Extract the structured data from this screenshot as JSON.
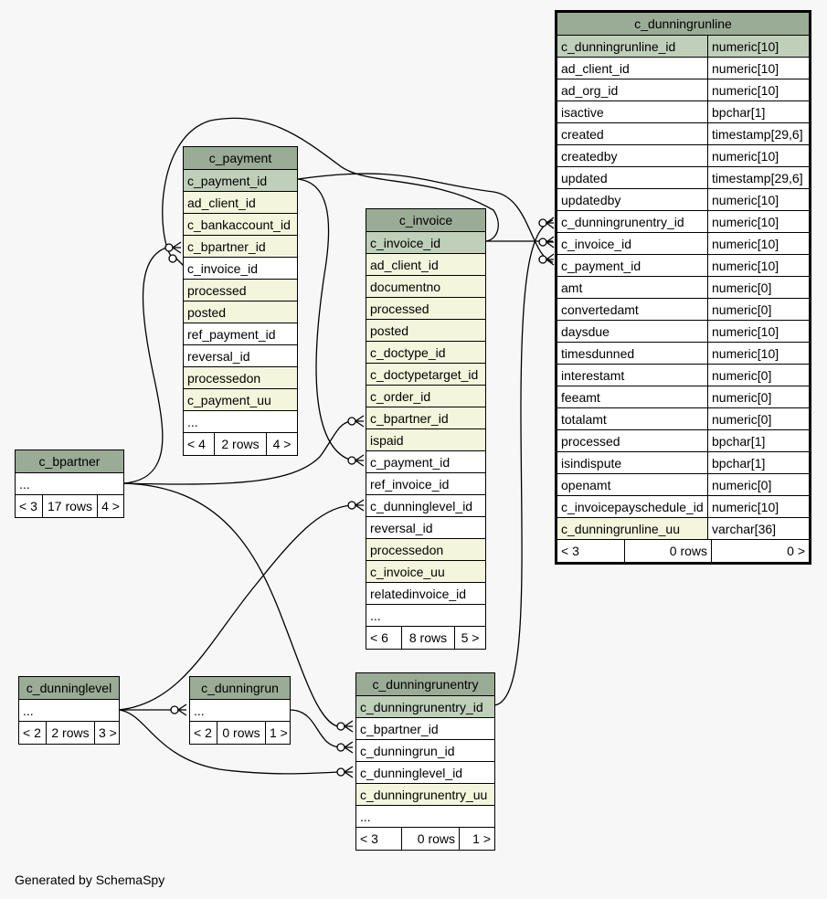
{
  "tables": {
    "c_dunningrunline": {
      "name": "c_dunningrunline",
      "columns": [
        {
          "name": "c_dunningrunline_id",
          "type": "numeric[10]"
        },
        {
          "name": "ad_client_id",
          "type": "numeric[10]"
        },
        {
          "name": "ad_org_id",
          "type": "numeric[10]"
        },
        {
          "name": "isactive",
          "type": "bpchar[1]"
        },
        {
          "name": "created",
          "type": "timestamp[29,6]"
        },
        {
          "name": "createdby",
          "type": "numeric[10]"
        },
        {
          "name": "updated",
          "type": "timestamp[29,6]"
        },
        {
          "name": "updatedby",
          "type": "numeric[10]"
        },
        {
          "name": "c_dunningrunentry_id",
          "type": "numeric[10]"
        },
        {
          "name": "c_invoice_id",
          "type": "numeric[10]"
        },
        {
          "name": "c_payment_id",
          "type": "numeric[10]"
        },
        {
          "name": "amt",
          "type": "numeric[0]"
        },
        {
          "name": "convertedamt",
          "type": "numeric[0]"
        },
        {
          "name": "daysdue",
          "type": "numeric[10]"
        },
        {
          "name": "timesdunned",
          "type": "numeric[10]"
        },
        {
          "name": "interestamt",
          "type": "numeric[0]"
        },
        {
          "name": "feeamt",
          "type": "numeric[0]"
        },
        {
          "name": "totalamt",
          "type": "numeric[0]"
        },
        {
          "name": "processed",
          "type": "bpchar[1]"
        },
        {
          "name": "isindispute",
          "type": "bpchar[1]"
        },
        {
          "name": "openamt",
          "type": "numeric[0]"
        },
        {
          "name": "c_invoicepayschedule_id",
          "type": "numeric[10]"
        },
        {
          "name": "c_dunningrunline_uu",
          "type": "varchar[36]"
        }
      ],
      "footer": {
        "left": "< 3",
        "mid": "0 rows",
        "right": "0 >"
      }
    },
    "c_payment": {
      "name": "c_payment",
      "columns": [
        "c_payment_id",
        "ad_client_id",
        "c_bankaccount_id",
        "c_bpartner_id",
        "c_invoice_id",
        "processed",
        "posted",
        "ref_payment_id",
        "reversal_id",
        "processedon",
        "c_payment_uu",
        "..."
      ],
      "footer": {
        "left": "< 4",
        "mid": "2 rows",
        "right": "4 >"
      }
    },
    "c_invoice": {
      "name": "c_invoice",
      "columns": [
        "c_invoice_id",
        "ad_client_id",
        "documentno",
        "processed",
        "posted",
        "c_doctype_id",
        "c_doctypetarget_id",
        "c_order_id",
        "c_bpartner_id",
        "ispaid",
        "c_payment_id",
        "ref_invoice_id",
        "c_dunninglevel_id",
        "reversal_id",
        "processedon",
        "c_invoice_uu",
        "relatedinvoice_id",
        "..."
      ],
      "footer": {
        "left": "< 6",
        "mid": "8 rows",
        "right": "5 >"
      }
    },
    "c_bpartner": {
      "name": "c_bpartner",
      "columns": [
        "..."
      ],
      "footer": {
        "left": "< 3",
        "mid": "17 rows",
        "right": "4 >"
      }
    },
    "c_dunninglevel": {
      "name": "c_dunninglevel",
      "columns": [
        "..."
      ],
      "footer": {
        "left": "< 2",
        "mid": "2 rows",
        "right": "3 >"
      }
    },
    "c_dunningrun": {
      "name": "c_dunningrun",
      "columns": [
        "..."
      ],
      "footer": {
        "left": "< 2",
        "mid": "0 rows",
        "right": "1 >"
      }
    },
    "c_dunningrunentry": {
      "name": "c_dunningrunentry",
      "columns": [
        "c_dunningrunentry_id",
        "c_bpartner_id",
        "c_dunningrun_id",
        "c_dunninglevel_id",
        "c_dunningrunentry_uu",
        "..."
      ],
      "footer": {
        "left": "< 3",
        "mid": "0 rows",
        "right": "1 >"
      }
    }
  },
  "credit": "Generated by SchemaSpy",
  "colors": {
    "header": "#9aab96",
    "primary_key": "#bfcfba",
    "indexed": "#f3f6dc",
    "background": "#f7f7f7"
  }
}
